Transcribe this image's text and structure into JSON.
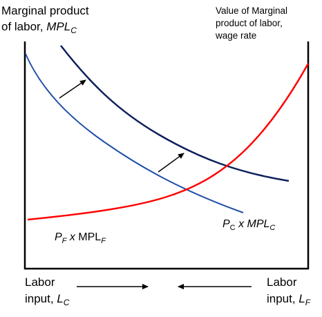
{
  "labels": {
    "left_axis_line1": "Marginal product",
    "left_axis_line2_prefix": "of labor, ",
    "left_axis_var": "MPL",
    "left_axis_sub": "C",
    "right_axis_line1": "Value of Marginal",
    "right_axis_line2": "product of labor,",
    "right_axis_line3": "wage rate",
    "pc_p": "P",
    "pc_sub": "C",
    "pc_x": " x ",
    "pc_mpl": "MPL",
    "pc_mpl_sub": "C",
    "pf_p": "P",
    "pf_sub": "F",
    "pf_x": " x ",
    "pf_mpl": "MPL",
    "pf_mpl_sub": "F",
    "bottom_left_line1": "Labor",
    "bottom_left_line2_prefix": "input, ",
    "bottom_left_var": "L",
    "bottom_left_sub": "C",
    "bottom_right_line1": "Labor",
    "bottom_right_line2_prefix": "input, ",
    "bottom_right_var": "L",
    "bottom_right_sub": "F"
  },
  "colors": {
    "axis": "#000000",
    "curve_before_shift": "#1f4fa8",
    "curve_after_shift": "#0d1f5c",
    "curve_foreign": "#ff0000",
    "arrows": "#000000"
  }
}
